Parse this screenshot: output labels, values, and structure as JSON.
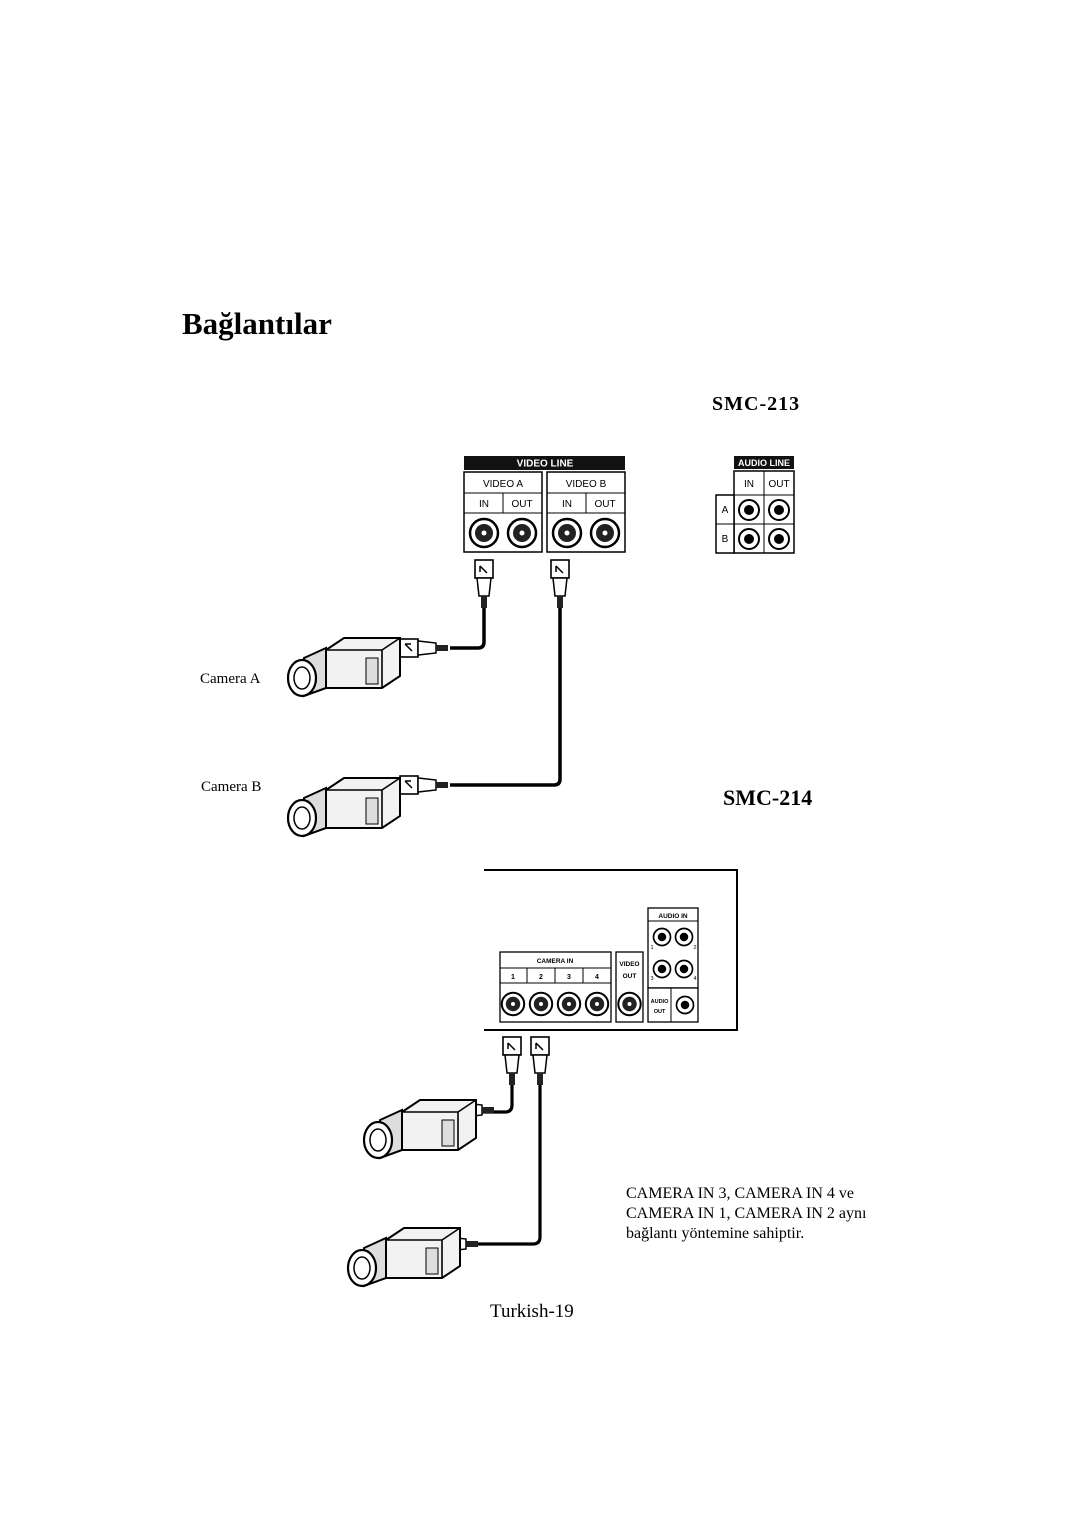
{
  "page": {
    "title": "Bağlantılar",
    "footer": "Turkish-19"
  },
  "smc213": {
    "model": "SMC-213",
    "video_panel": {
      "header": "VIDEO LINE",
      "groups": [
        {
          "name": "VIDEO A",
          "in": "IN",
          "out": "OUT"
        },
        {
          "name": "VIDEO B",
          "in": "IN",
          "out": "OUT"
        }
      ]
    },
    "audio_panel": {
      "header": "AUDIO LINE",
      "in": "IN",
      "out": "OUT",
      "rows": [
        "A",
        "B"
      ]
    },
    "cameras": [
      "Camera A",
      "Camera B"
    ]
  },
  "smc214": {
    "model": "SMC-214",
    "camera_in": {
      "header": "CAMERA IN",
      "ports": [
        "1",
        "2",
        "3",
        "4"
      ]
    },
    "video_out": {
      "line1": "VIDEO",
      "line2": "OUT"
    },
    "audio_in": {
      "header": "AUDIO IN",
      "numbers": [
        "1",
        "2",
        "3",
        "4"
      ]
    },
    "audio_out": {
      "line1": "AUDIO",
      "line2": "OUT"
    }
  },
  "note": "CAMERA IN 3, CAMERA IN 4 ve CAMERA IN 1, CAMERA IN 2 aynı bağlantı yöntemine sahiptir."
}
